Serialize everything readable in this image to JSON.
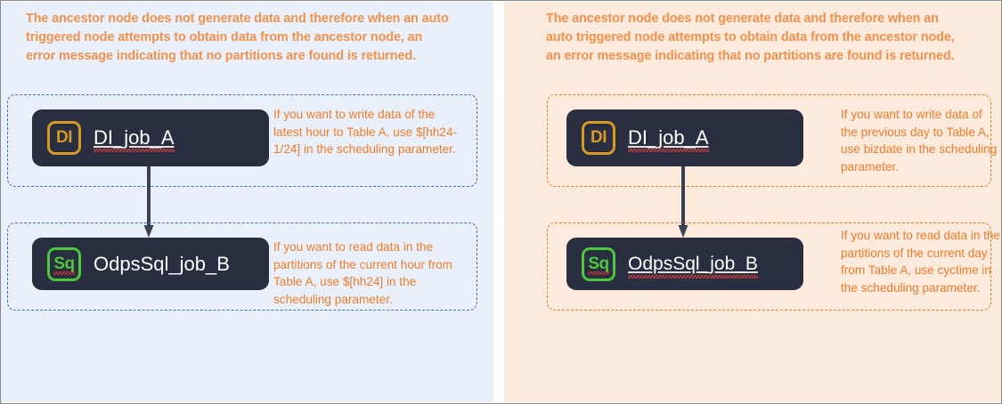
{
  "diagram": {
    "title": "Scheduling parameter comparison: hour-level vs day-level scheduling",
    "colors": {
      "left_panel_bg": "#e9f0f9",
      "right_panel_bg": "#fceadd",
      "left_dash_border": "#3f6fc0",
      "right_dash_border": "#ec7f2e",
      "heading_text": "#f2924e",
      "note_text": "#f07c2a",
      "node_card_bg": "#2a2e41",
      "node_label_text": "#ffffff",
      "di_icon": "#d59a22",
      "sq_icon": "#4ec63d",
      "arrow": "#3b4154",
      "spellcheck_squiggle": "#e23a3a",
      "outer_border": "#8a8a8a"
    },
    "panels": [
      {
        "id": "hourly",
        "heading": "The ancestor node does not generate data and therefore when an auto triggered node attempts to obtain data from the ancestor node, an error message indicating that no partitions are found is returned.",
        "groups": [
          {
            "id": "upstream",
            "node": {
              "icon_label": "DI",
              "icon_name": "di-node-icon",
              "name": "DI_job_A"
            },
            "note": "If you want to write data of the latest hour to Table A, use $[hh24-1/24] in the scheduling parameter."
          },
          {
            "id": "downstream",
            "node": {
              "icon_label": "Sq",
              "icon_name": "sql-node-icon",
              "name": "OdpsSql_job_B"
            },
            "note": "If you want to read data in the partitions of the current hour from Table A, use $[hh24] in the scheduling parameter."
          }
        ],
        "connector": "down-arrow"
      },
      {
        "id": "daily",
        "heading": "The ancestor node does not generate data and therefore when an auto triggered node attempts to obtain data from the ancestor node, an error message indicating that no partitions are found is returned.",
        "groups": [
          {
            "id": "upstream",
            "node": {
              "icon_label": "DI",
              "icon_name": "di-node-icon",
              "name": "DI_job_A"
            },
            "note": "If you want to write data of the previous day to Table A, use bizdate in the scheduling parameter."
          },
          {
            "id": "downstream",
            "node": {
              "icon_label": "Sq",
              "icon_name": "sql-node-icon",
              "name": "OdpsSql_job_B"
            },
            "note": "If you want to read data in the partitions of the current day from Table A, use cyctime in the scheduling parameter."
          }
        ],
        "connector": "down-arrow"
      }
    ]
  }
}
